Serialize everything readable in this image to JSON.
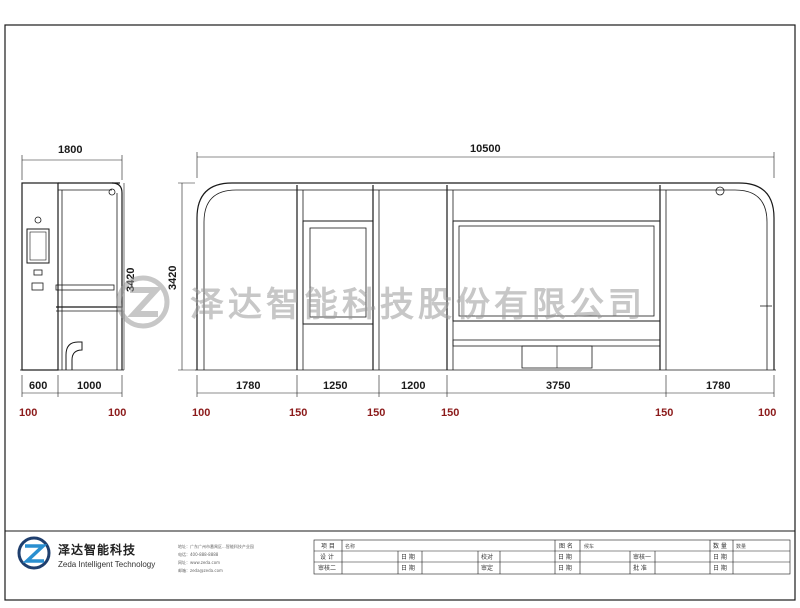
{
  "dimensions": {
    "side_width": "1800",
    "side_height": "3420",
    "side_bottom": [
      "600",
      "1000"
    ],
    "side_posts": [
      "100",
      "100"
    ],
    "front_width": "10500",
    "front_height": "3420",
    "front_bottom": [
      "1780",
      "1250",
      "1200",
      "3750",
      "1780"
    ],
    "front_posts": [
      "100",
      "150",
      "150",
      "150",
      "150",
      "100"
    ]
  },
  "watermark": "泽达智能科技股份有限公司",
  "company": {
    "name_cn": "泽达智能科技",
    "name_en": "Zeda Intelligent Technology",
    "address_lines": [
      "地址：广东广州市番禺区...智能科技产业园",
      "电话：400-888-8888",
      "网址：www.zeda.com",
      "邮箱：zeda@zeda.com"
    ]
  },
  "title_block": {
    "row1": [
      "项 目",
      "名称",
      "",
      "图 名",
      "候车",
      "",
      "数 量",
      "数量"
    ],
    "row2": [
      "设 计",
      "",
      "日 期",
      "",
      "校对",
      "",
      "日 期",
      "",
      "审核一",
      "",
      "日 期",
      ""
    ],
    "row3": [
      "审核二",
      "",
      "日 期",
      "",
      "审定",
      "",
      "日 期",
      "",
      "批 准",
      "",
      "日 期",
      ""
    ]
  },
  "colors": {
    "line": "#1a1a1a",
    "dim_red": "#8b1a1a",
    "watermark": "#9a9a9a"
  }
}
